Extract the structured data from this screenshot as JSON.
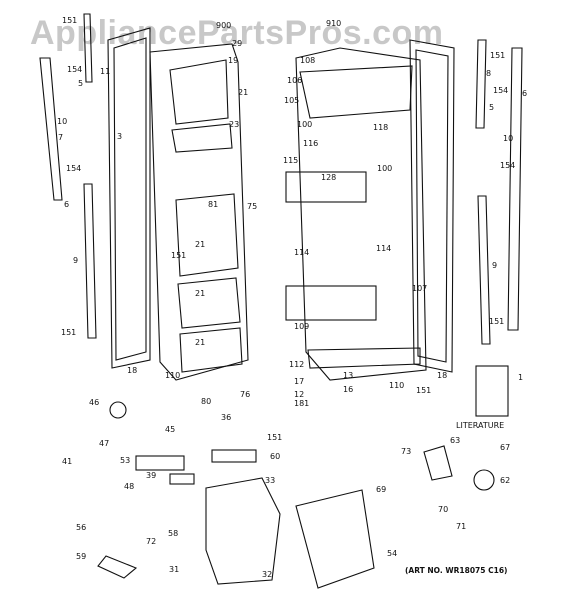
{
  "watermark": "AppliancePartsPros.com",
  "literature_label": "LITERATURE",
  "art_number": "(ART NO. WR18075 C16)",
  "callouts": {
    "c151_tl": "151",
    "c900": "900",
    "c29": "29",
    "c910": "910",
    "c108": "108",
    "c19": "19",
    "c154_l": "154",
    "c5_l": "5",
    "c11": "11",
    "c8_r": "8",
    "c151_r": "151",
    "c6_r": "6",
    "c10_l": "10",
    "c7_l": "7",
    "c3": "3",
    "c106": "106",
    "c154_r": "154",
    "c5_r": "5",
    "c21_a": "21",
    "c23": "23",
    "c105": "105",
    "c100_a": "100",
    "c118": "118",
    "c10_r": "10",
    "c154_l2": "154",
    "c6_l": "6",
    "c116": "116",
    "c115": "115",
    "c128": "128",
    "c100_b": "100",
    "c154_r2": "154",
    "c81": "81",
    "c75": "75",
    "c21_b": "21",
    "c114_l": "114",
    "c114_r": "114",
    "c9_l": "9",
    "c151_m": "151",
    "c9_r": "9",
    "c107": "107",
    "c21_c": "21",
    "c109": "109",
    "c151_ml": "151",
    "c21_d": "21",
    "c151_mr": "151",
    "c112": "112",
    "c13": "13",
    "c18_l": "18",
    "c110_l": "110",
    "c18_r": "18",
    "c17": "17",
    "c16": "16",
    "c1": "1",
    "c110_r": "110",
    "c151_b": "151",
    "c12": "12",
    "c76": "76",
    "c80": "80",
    "c181": "181",
    "c46": "46",
    "c36": "36",
    "c45": "45",
    "c151_c": "151",
    "c47": "47",
    "c53": "53",
    "c60": "60",
    "c73": "73",
    "c63": "63",
    "c67": "67",
    "c41": "41",
    "c39": "39",
    "c33": "33",
    "c62": "62",
    "c48": "48",
    "c69": "69",
    "c70": "70",
    "c56": "56",
    "c58": "58",
    "c72": "72",
    "c71": "71",
    "c54": "54",
    "c59": "59",
    "c31": "31",
    "c32": "32"
  }
}
